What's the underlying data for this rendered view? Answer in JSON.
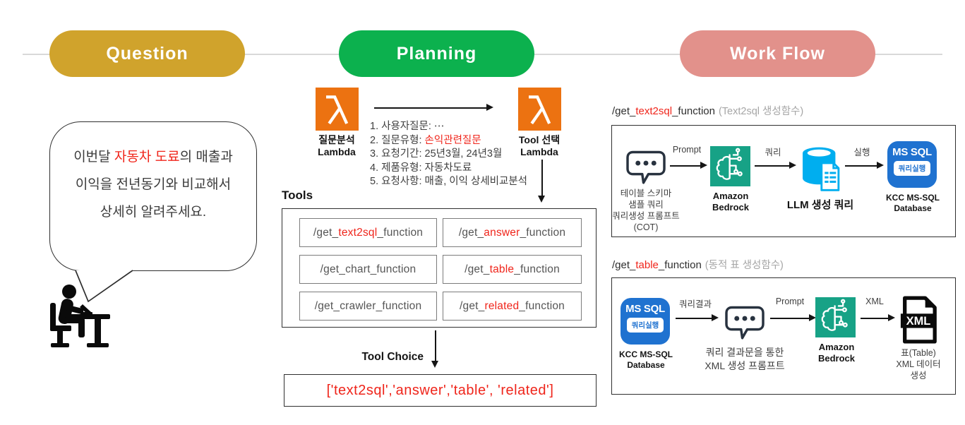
{
  "pills": {
    "question": {
      "label": "Question",
      "color": "#D0A32C"
    },
    "planning": {
      "label": "Planning",
      "color": "#0CB14E"
    },
    "workflow": {
      "label": "Work Flow",
      "color": "#E2918B"
    }
  },
  "question": {
    "line1_pre": "이번달 ",
    "line1_red": "자동차 도료",
    "line1_post": "의 매출과",
    "line2": "이익을 전년동기와 비교해서",
    "line3": "상세히 알려주세요."
  },
  "planning": {
    "lambda_in": {
      "line1": "질문분석",
      "line2": "Lambda"
    },
    "lambda_out": {
      "line1": "Tool 선택",
      "line2": "Lambda"
    },
    "analysis_items": [
      {
        "pre": "1. 사용자질문: ⋯",
        "red": ""
      },
      {
        "pre": "2. 질문유형: ",
        "red": "손익관련질문"
      },
      {
        "pre": "3. 요청기간: 25년3월, 24년3월",
        "red": ""
      },
      {
        "pre": "4. 제품유형: 자동차도료",
        "red": ""
      },
      {
        "pre": "5. 요청사항: 매출, 이익 상세비교분석",
        "red": ""
      }
    ],
    "tools_title": "Tools",
    "tools": [
      {
        "pre": "/get_",
        "name": "text2sql",
        "post": "_function"
      },
      {
        "pre": "/get_",
        "name": "answer",
        "post": "_function"
      },
      {
        "pre": "/get_",
        "name": "chart",
        "post": "_function"
      },
      {
        "pre": "/get_",
        "name": "table",
        "post": "_function"
      },
      {
        "pre": "/get_",
        "name": "crawler",
        "post": "_function"
      },
      {
        "pre": "/get_",
        "name": "related",
        "post": "_function"
      }
    ],
    "tool_choice_label": "Tool Choice",
    "tool_choice_result": "['text2sql','answer','table', 'related']"
  },
  "workflow": {
    "flow1": {
      "title_pre": "/get_",
      "title_name": "text2sql",
      "title_post": "_function",
      "title_note": "(Text2sql 생성함수)",
      "prompt_node": [
        "테이블 스키마",
        "샘플 쿼리",
        "쿼리생성 프롬프트",
        "(COT)"
      ],
      "arrow1": "Prompt",
      "bedrock": [
        "Amazon",
        "Bedrock"
      ],
      "arrow2": "쿼리",
      "llm_query_label": "LLM 생성 쿼리",
      "arrow3": "실행",
      "mssql_title": "MS SQL",
      "mssql_inner": "쿼리실행",
      "mssql_label": [
        "KCC MS-SQL",
        "Database"
      ]
    },
    "flow2": {
      "title_pre": "/get_",
      "title_name": "table",
      "title_post": "_function",
      "title_note": "(동적 표 생성함수)",
      "mssql_title": "MS SQL",
      "mssql_inner": "쿼리실행",
      "mssql_label": [
        "KCC MS-SQL",
        "Database"
      ],
      "arrow1": "쿼리결과",
      "prompt_node": [
        "쿼리 결과문을 통한",
        "XML 생성 프롬프트"
      ],
      "arrow2": "Prompt",
      "bedrock": [
        "Amazon",
        "Bedrock"
      ],
      "arrow3": "XML",
      "xml_text": "XML",
      "xml_label": [
        "표(Table)",
        "XML 데이터",
        "생성"
      ]
    }
  },
  "colors": {
    "question_gold": "#D0A32C",
    "planning_green": "#0CB14E",
    "workflow_salmon": "#E2918B",
    "accent_red": "#F0251B",
    "aws_lambda_orange": "#EC7211",
    "bedrock_teal": "#17A286",
    "query_cyan": "#00AEEF",
    "mssql_blue": "#1F72D0"
  }
}
